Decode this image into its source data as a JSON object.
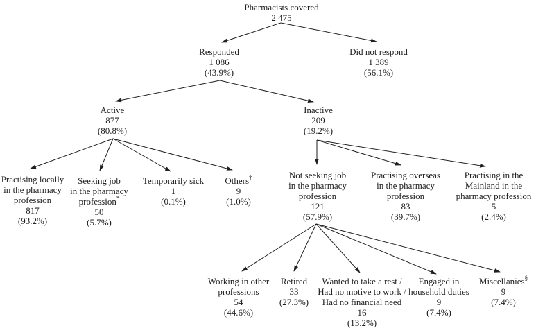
{
  "figure": {
    "background_color": "#ffffff",
    "line_color": "#1f1f1f",
    "text_color": "#1f1f1f"
  },
  "nodes": [
    {
      "id": "pharmacists-covered",
      "title_lines": [
        "Pharmacists covered"
      ],
      "count": "2 475"
    },
    {
      "id": "responded",
      "title_lines": [
        "Responded"
      ],
      "count": "1 086",
      "pct": "(43.9%)"
    },
    {
      "id": "did-not-respond",
      "title_lines": [
        "Did not respond"
      ],
      "count": "1 389",
      "pct": "(56.1%)"
    },
    {
      "id": "active",
      "title_lines": [
        "Active"
      ],
      "count": "877",
      "pct": "(80.8%)"
    },
    {
      "id": "inactive",
      "title_lines": [
        "Inactive"
      ],
      "count": "209",
      "pct": "(19.2%)"
    },
    {
      "id": "practising-locally",
      "title_lines": [
        "Practising locally",
        "in the pharmacy",
        "profession"
      ],
      "count": "817",
      "pct": "(93.2%)"
    },
    {
      "id": "seeking-job",
      "title_lines": [
        "Seeking job",
        "in the pharmacy",
        "profession"
      ],
      "sup": "*",
      "count": "50",
      "pct": "(5.7%)"
    },
    {
      "id": "temporarily-sick",
      "title_lines": [
        "Temporarily sick"
      ],
      "count": "1",
      "pct": "(0.1%)"
    },
    {
      "id": "others",
      "title_lines": [
        "Others"
      ],
      "sup": "†",
      "count": "9",
      "pct": "(1.0%)"
    },
    {
      "id": "not-seeking-job",
      "title_lines": [
        "Not seeking job",
        "in the pharmacy",
        "profession"
      ],
      "count": "121",
      "pct": "(57.9%)"
    },
    {
      "id": "practising-overseas",
      "title_lines": [
        "Practising overseas",
        "in the pharmacy",
        "profession"
      ],
      "count": "83",
      "pct": "(39.7%)"
    },
    {
      "id": "practising-mainland",
      "title_lines": [
        "Practising in the",
        "Mainland in the",
        "pharmacy profession"
      ],
      "count": "5",
      "pct": "(2.4%)"
    },
    {
      "id": "working-other-professions",
      "title_lines": [
        "Working in other",
        "professions"
      ],
      "count": "54",
      "pct": "(44.6%)"
    },
    {
      "id": "retired",
      "title_lines": [
        "Retired"
      ],
      "count": "33",
      "pct": "(27.3%)"
    },
    {
      "id": "wanted-rest",
      "title_lines": [
        "Wanted to take a rest /",
        "Had no motive to work /",
        "Had no financial need"
      ],
      "count": "16",
      "pct": "(13.2%)"
    },
    {
      "id": "household-duties",
      "title_lines": [
        "Engaged in",
        "household duties"
      ],
      "count": "9",
      "pct": "(7.4%)"
    },
    {
      "id": "miscellanies",
      "title_lines": [
        "Miscellanies"
      ],
      "sup": "§",
      "count": "9",
      "pct": "(7.4%)"
    }
  ],
  "edges": [
    {
      "from": "pharmacists-covered",
      "to": "responded"
    },
    {
      "from": "pharmacists-covered",
      "to": "did-not-respond"
    },
    {
      "from": "responded",
      "to": "active"
    },
    {
      "from": "responded",
      "to": "inactive"
    },
    {
      "from": "active",
      "to": "practising-locally"
    },
    {
      "from": "active",
      "to": "seeking-job"
    },
    {
      "from": "active",
      "to": "temporarily-sick"
    },
    {
      "from": "active",
      "to": "others"
    },
    {
      "from": "inactive",
      "to": "not-seeking-job"
    },
    {
      "from": "inactive",
      "to": "practising-overseas"
    },
    {
      "from": "inactive",
      "to": "practising-mainland"
    },
    {
      "from": "not-seeking-job",
      "to": "working-other-professions"
    },
    {
      "from": "not-seeking-job",
      "to": "retired"
    },
    {
      "from": "not-seeking-job",
      "to": "wanted-rest"
    },
    {
      "from": "not-seeking-job",
      "to": "household-duties"
    },
    {
      "from": "not-seeking-job",
      "to": "miscellanies"
    }
  ]
}
